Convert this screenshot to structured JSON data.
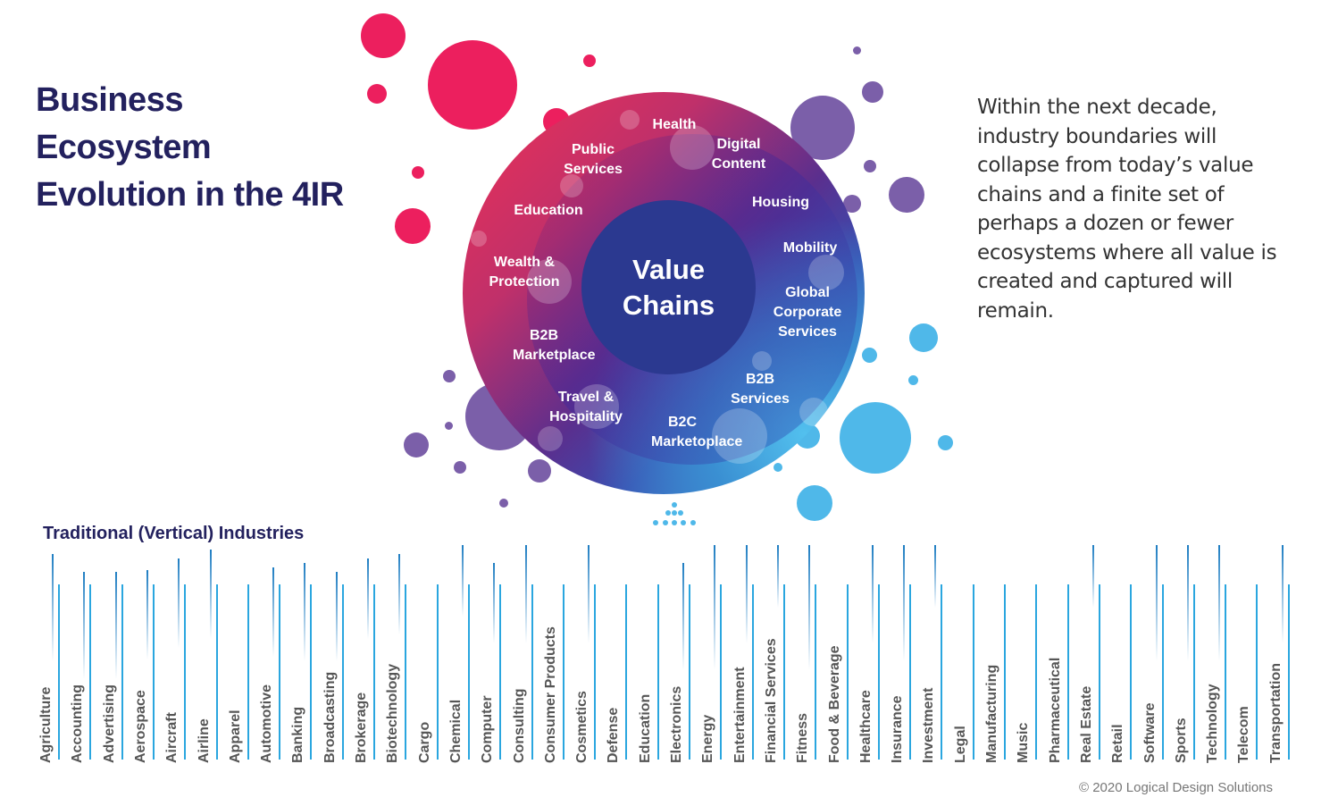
{
  "title": {
    "lines": [
      "Business",
      "Ecosystem",
      "Evolution in the 4IR"
    ]
  },
  "description": "Within the next decade, industry boundaries will collapse from today’s value chains and a finite set of perhaps a dozen or fewer ecosystems where all value is created and captured will remain.",
  "center": {
    "line1": "Value",
    "line2": "Chains"
  },
  "ecosystems": [
    {
      "label": "Health"
    },
    {
      "label": "Digital Content"
    },
    {
      "label": "Housing"
    },
    {
      "label": "Mobility"
    },
    {
      "label": "Global Corporate Services"
    },
    {
      "label": "B2B Services"
    },
    {
      "label": "B2C Marketoplace"
    },
    {
      "label": "Travel & Hospitality"
    },
    {
      "label": "B2B Marketplace"
    },
    {
      "label": "Wealth & Protection"
    },
    {
      "label": "Education"
    },
    {
      "label": "Public Services"
    }
  ],
  "industries_heading": "Traditional (Vertical) Industries",
  "industries": [
    "Agriculture",
    "Accounting",
    "Advertising",
    "Aerospace",
    "Aircraft",
    "Airline",
    "Apparel",
    "Automotive",
    "Banking",
    "Broadcasting",
    "Brokerage",
    "Biotechnology",
    "Cargo",
    "Chemical",
    "Computer",
    "Consulting",
    "Consumer Products",
    "Cosmetics",
    "Defense",
    "Education",
    "Electronics",
    "Energy",
    "Entertainment",
    "Financial Services",
    "Fitness",
    "Food & Beverage",
    "Healthcare",
    "Insurance",
    "Investment",
    "Legal",
    "Manufacturing",
    "Music",
    "Pharmaceutical",
    "Real Estate",
    "Retail",
    "Software",
    "Sports",
    "Technology",
    "Telecom",
    "Transportation"
  ],
  "copyright": "© 2020 Logical Design Solutions",
  "colors": {
    "title": "#23215e",
    "pink": "#ec1f5e",
    "purple": "#7b5fa9",
    "blue": "#4fb8e9",
    "core": "#2b3990",
    "lines": "#2aa6df"
  }
}
